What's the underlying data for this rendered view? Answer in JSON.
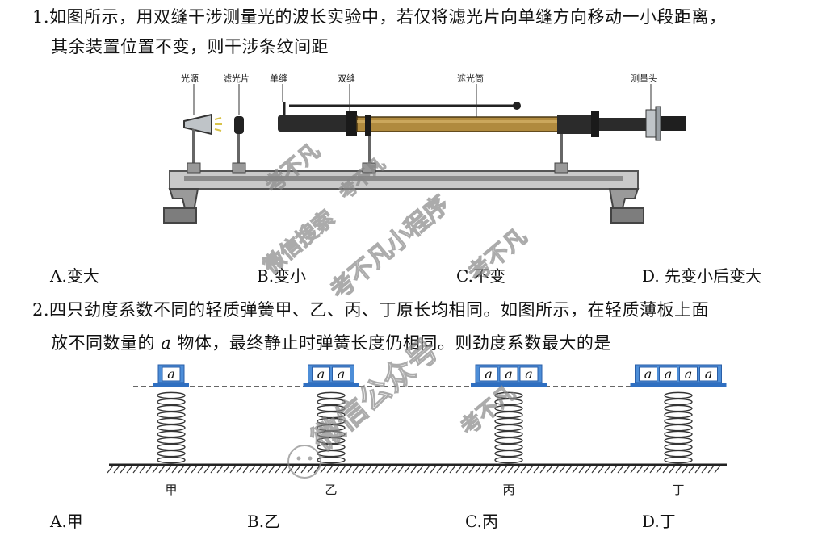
{
  "q1": {
    "line1": "1.如图所示，用双缝干涉测量光的波长实验中，若仅将滤光片向单缝方向移动一小段距离，",
    "line2": "其余装置位置不变，则干涉条纹间距",
    "labels": [
      "光源",
      "滤光片",
      "单缝",
      "双缝",
      "遮光筒",
      "测量头"
    ],
    "options": [
      "A.变大",
      "B.变小",
      "C.不变",
      "D.  先变小后变大"
    ]
  },
  "q2": {
    "line1": "2.四只劲度系数不同的轻质弹簧甲、乙、丙、丁原长均相同。如图所示，在轻质薄板上面",
    "line2a": "放不同数量的",
    "line2var": "a",
    "line2b": "物体，最终静止时弹簧长度仍相同。则劲度系数最大的是",
    "block_label": "a",
    "springs": [
      {
        "name": "甲",
        "blocks": 1
      },
      {
        "name": "乙",
        "blocks": 2
      },
      {
        "name": "丙",
        "blocks": 3
      },
      {
        "name": "丁",
        "blocks": 4
      }
    ],
    "options": [
      "A.甲",
      "B.乙",
      "C.丙",
      "D.丁"
    ]
  },
  "watermark": [
    "考不凡",
    "考不凡",
    "微信搜索",
    "考不凡小程序",
    "考不凡",
    "微信公众号",
    "考不凡"
  ]
}
